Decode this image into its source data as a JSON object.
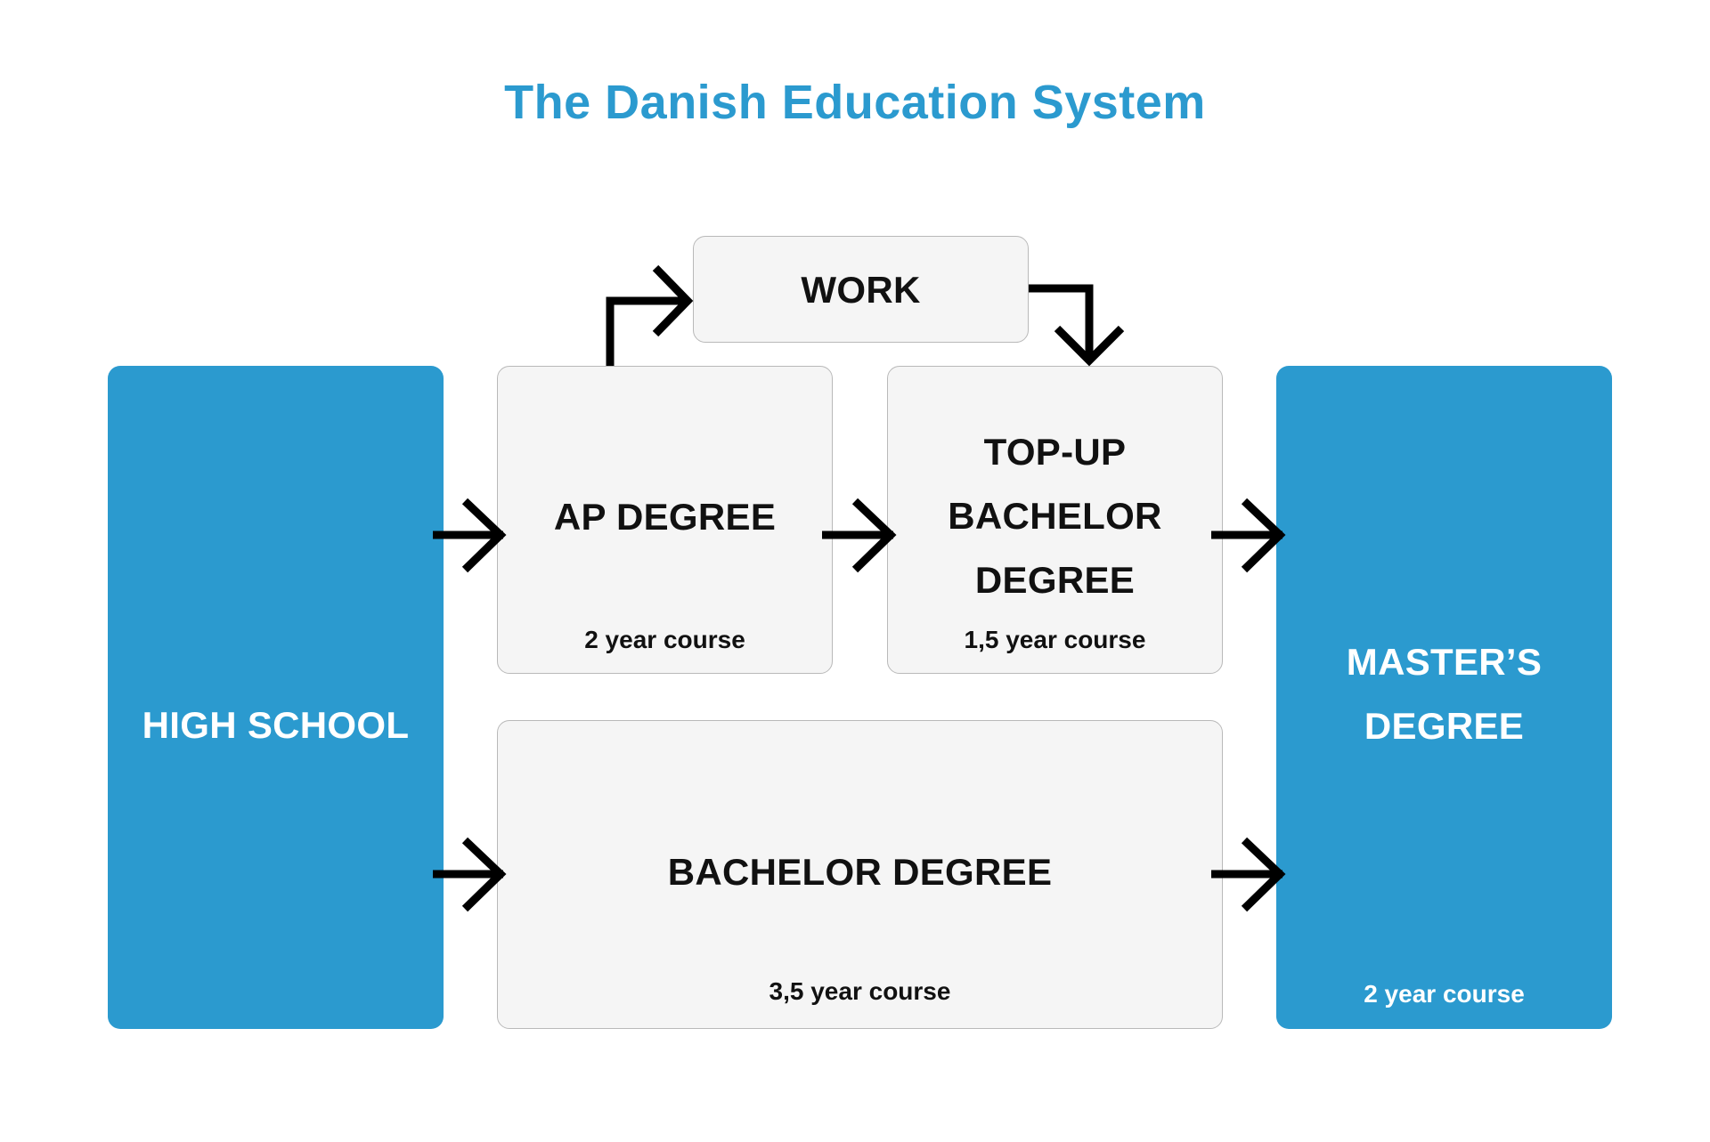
{
  "title": "The Danish Education System",
  "nodes": {
    "high_school": {
      "label": "HIGH SCHOOL"
    },
    "work": {
      "label": "WORK"
    },
    "ap_degree": {
      "label": "AP DEGREE",
      "duration": "2 year course"
    },
    "top_up": {
      "label_lines": [
        "TOP-UP",
        "BACHELOR",
        "DEGREE"
      ],
      "duration": "1,5 year course"
    },
    "bachelor": {
      "label": "BACHELOR DEGREE",
      "duration": "3,5 year course"
    },
    "masters": {
      "label_lines": [
        "MASTER’S",
        "DEGREE"
      ],
      "duration": "2 year course"
    }
  },
  "colors": {
    "title": "#2b9acf",
    "blue_box": "#2b9acf",
    "grey_box": "#f5f5f5",
    "grey_border": "#b9b9b9",
    "arrow": "#000000"
  }
}
